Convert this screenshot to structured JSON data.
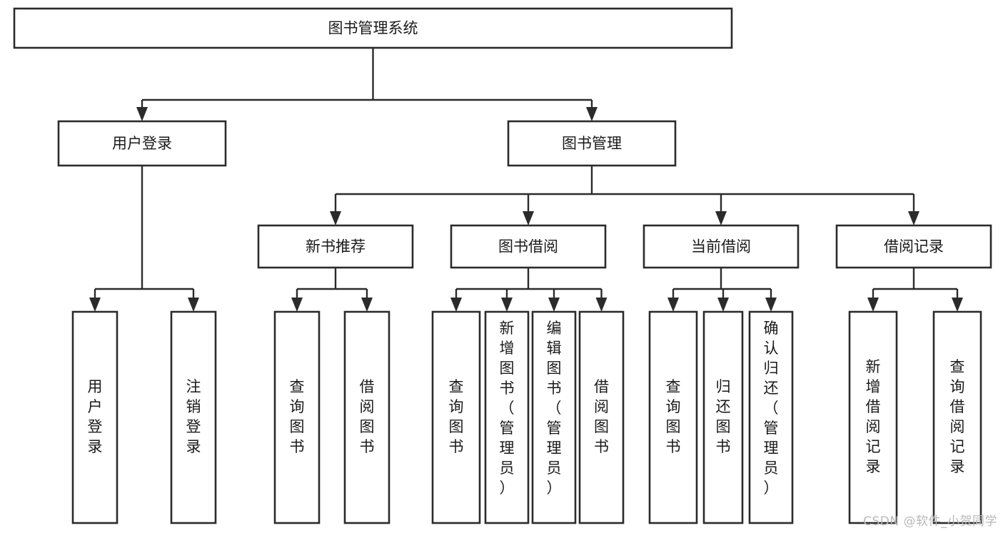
{
  "diagram": {
    "title": "图书管理系统",
    "type": "tree-hierarchy-chart",
    "root": {
      "id": "root",
      "label": "图书管理系统",
      "orientation": "horizontal"
    },
    "level2": [
      {
        "id": "user-login",
        "label": "用户登录",
        "orientation": "horizontal"
      },
      {
        "id": "book-management",
        "label": "图书管理",
        "orientation": "horizontal"
      }
    ],
    "level3": [
      {
        "id": "new-book-recommend",
        "label": "新书推荐",
        "orientation": "horizontal",
        "parent": "book-management"
      },
      {
        "id": "book-borrow",
        "label": "图书借阅",
        "orientation": "horizontal",
        "parent": "book-management"
      },
      {
        "id": "current-borrow",
        "label": "当前借阅",
        "orientation": "horizontal",
        "parent": "book-management"
      },
      {
        "id": "borrow-record",
        "label": "借阅记录",
        "orientation": "horizontal",
        "parent": "book-management"
      }
    ],
    "leaves": {
      "user-login": [
        {
          "id": "leaf-user-login",
          "label": "用户登录",
          "lines": [
            "用",
            "户",
            "登",
            "录"
          ],
          "orientation": "vertical"
        },
        {
          "id": "leaf-user-logout",
          "label": "注销登录",
          "lines": [
            "注",
            "销",
            "登",
            "录"
          ],
          "orientation": "vertical"
        }
      ],
      "new-book-recommend": [
        {
          "id": "leaf-query-book-1",
          "label": "查询图书",
          "lines": [
            "查",
            "询",
            "图",
            "书"
          ],
          "orientation": "vertical"
        },
        {
          "id": "leaf-borrow-book-1",
          "label": "借阅图书",
          "lines": [
            "借",
            "阅",
            "图",
            "书"
          ],
          "orientation": "vertical"
        }
      ],
      "book-borrow": [
        {
          "id": "leaf-query-book-2",
          "label": "查询图书",
          "lines": [
            "查",
            "询",
            "图",
            "书"
          ],
          "orientation": "vertical"
        },
        {
          "id": "leaf-add-book-admin",
          "label": "新增图书（管理员）",
          "lines": [
            "新",
            "增",
            "图",
            "书",
            "（",
            "管",
            "理",
            "员",
            "）"
          ],
          "orientation": "vertical"
        },
        {
          "id": "leaf-edit-book-admin",
          "label": "编辑图书（管理员）",
          "lines": [
            "编",
            "辑",
            "图",
            "书",
            "（",
            "管",
            "理",
            "员",
            "）"
          ],
          "orientation": "vertical"
        },
        {
          "id": "leaf-borrow-book-2",
          "label": "借阅图书",
          "lines": [
            "借",
            "阅",
            "图",
            "书"
          ],
          "orientation": "vertical"
        }
      ],
      "current-borrow": [
        {
          "id": "leaf-query-book-3",
          "label": "查询图书",
          "lines": [
            "查",
            "询",
            "图",
            "书"
          ],
          "orientation": "vertical"
        },
        {
          "id": "leaf-return-book",
          "label": "归还图书",
          "lines": [
            "归",
            "还",
            "图",
            "书"
          ],
          "orientation": "vertical"
        },
        {
          "id": "leaf-confirm-return-admin",
          "label": "确认归还（管理员）",
          "lines": [
            "确",
            "认",
            "归",
            "还",
            "（",
            "管",
            "理",
            "员",
            "）"
          ],
          "orientation": "vertical"
        }
      ],
      "borrow-record": [
        {
          "id": "leaf-add-borrow-record",
          "label": "新增借阅记录",
          "lines": [
            "新",
            "增",
            "借",
            "阅",
            "记",
            "录"
          ],
          "orientation": "vertical"
        },
        {
          "id": "leaf-query-borrow-record",
          "label": "查询借阅记录",
          "lines": [
            "查",
            "询",
            "借",
            "阅",
            "记",
            "录"
          ],
          "orientation": "vertical"
        }
      ]
    },
    "colors": {
      "stroke": "#2b2b2b",
      "fill": "#ffffff",
      "text": "#1a1a1a",
      "watermark": "#b9b9b9"
    }
  },
  "watermark": {
    "text": "CSDN @软件_小贺同学"
  }
}
